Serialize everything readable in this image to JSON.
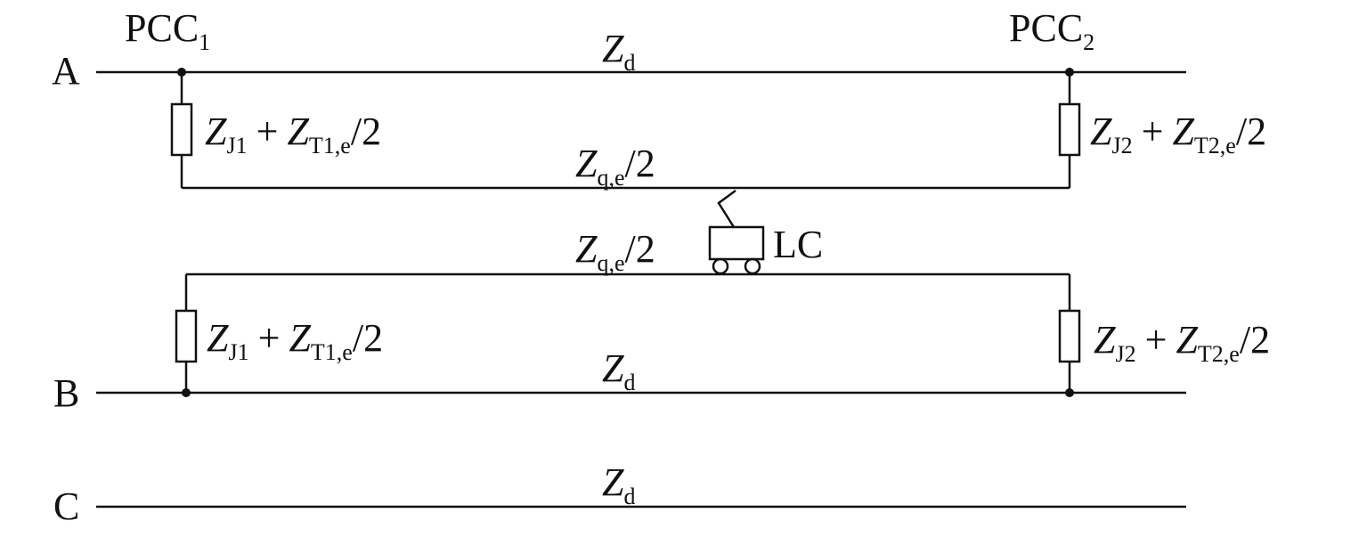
{
  "phases": {
    "a": "A",
    "b": "B",
    "c": "C"
  },
  "pcc1": {
    "main": "PCC",
    "sub": "1"
  },
  "pcc2": {
    "main": "PCC",
    "sub": "2"
  },
  "zd": {
    "sym": "Z",
    "sub": "d"
  },
  "zq_half": {
    "sym": "Z",
    "sub": "q,e",
    "rest": "/2"
  },
  "zj1_expr": {
    "sym1": "Z",
    "sub1": "J1",
    "op": "+",
    "sym2": "Z",
    "sub2": "T1,e",
    "rest": "/2"
  },
  "zj2_expr": {
    "sym1": "Z",
    "sub1": "J2",
    "op": "+",
    "sym2": "Z",
    "sub2": "T2,e",
    "rest": "/2"
  },
  "locomotive": {
    "label": "LC"
  },
  "colors": {
    "ink": "#111111",
    "background": "#ffffff"
  }
}
